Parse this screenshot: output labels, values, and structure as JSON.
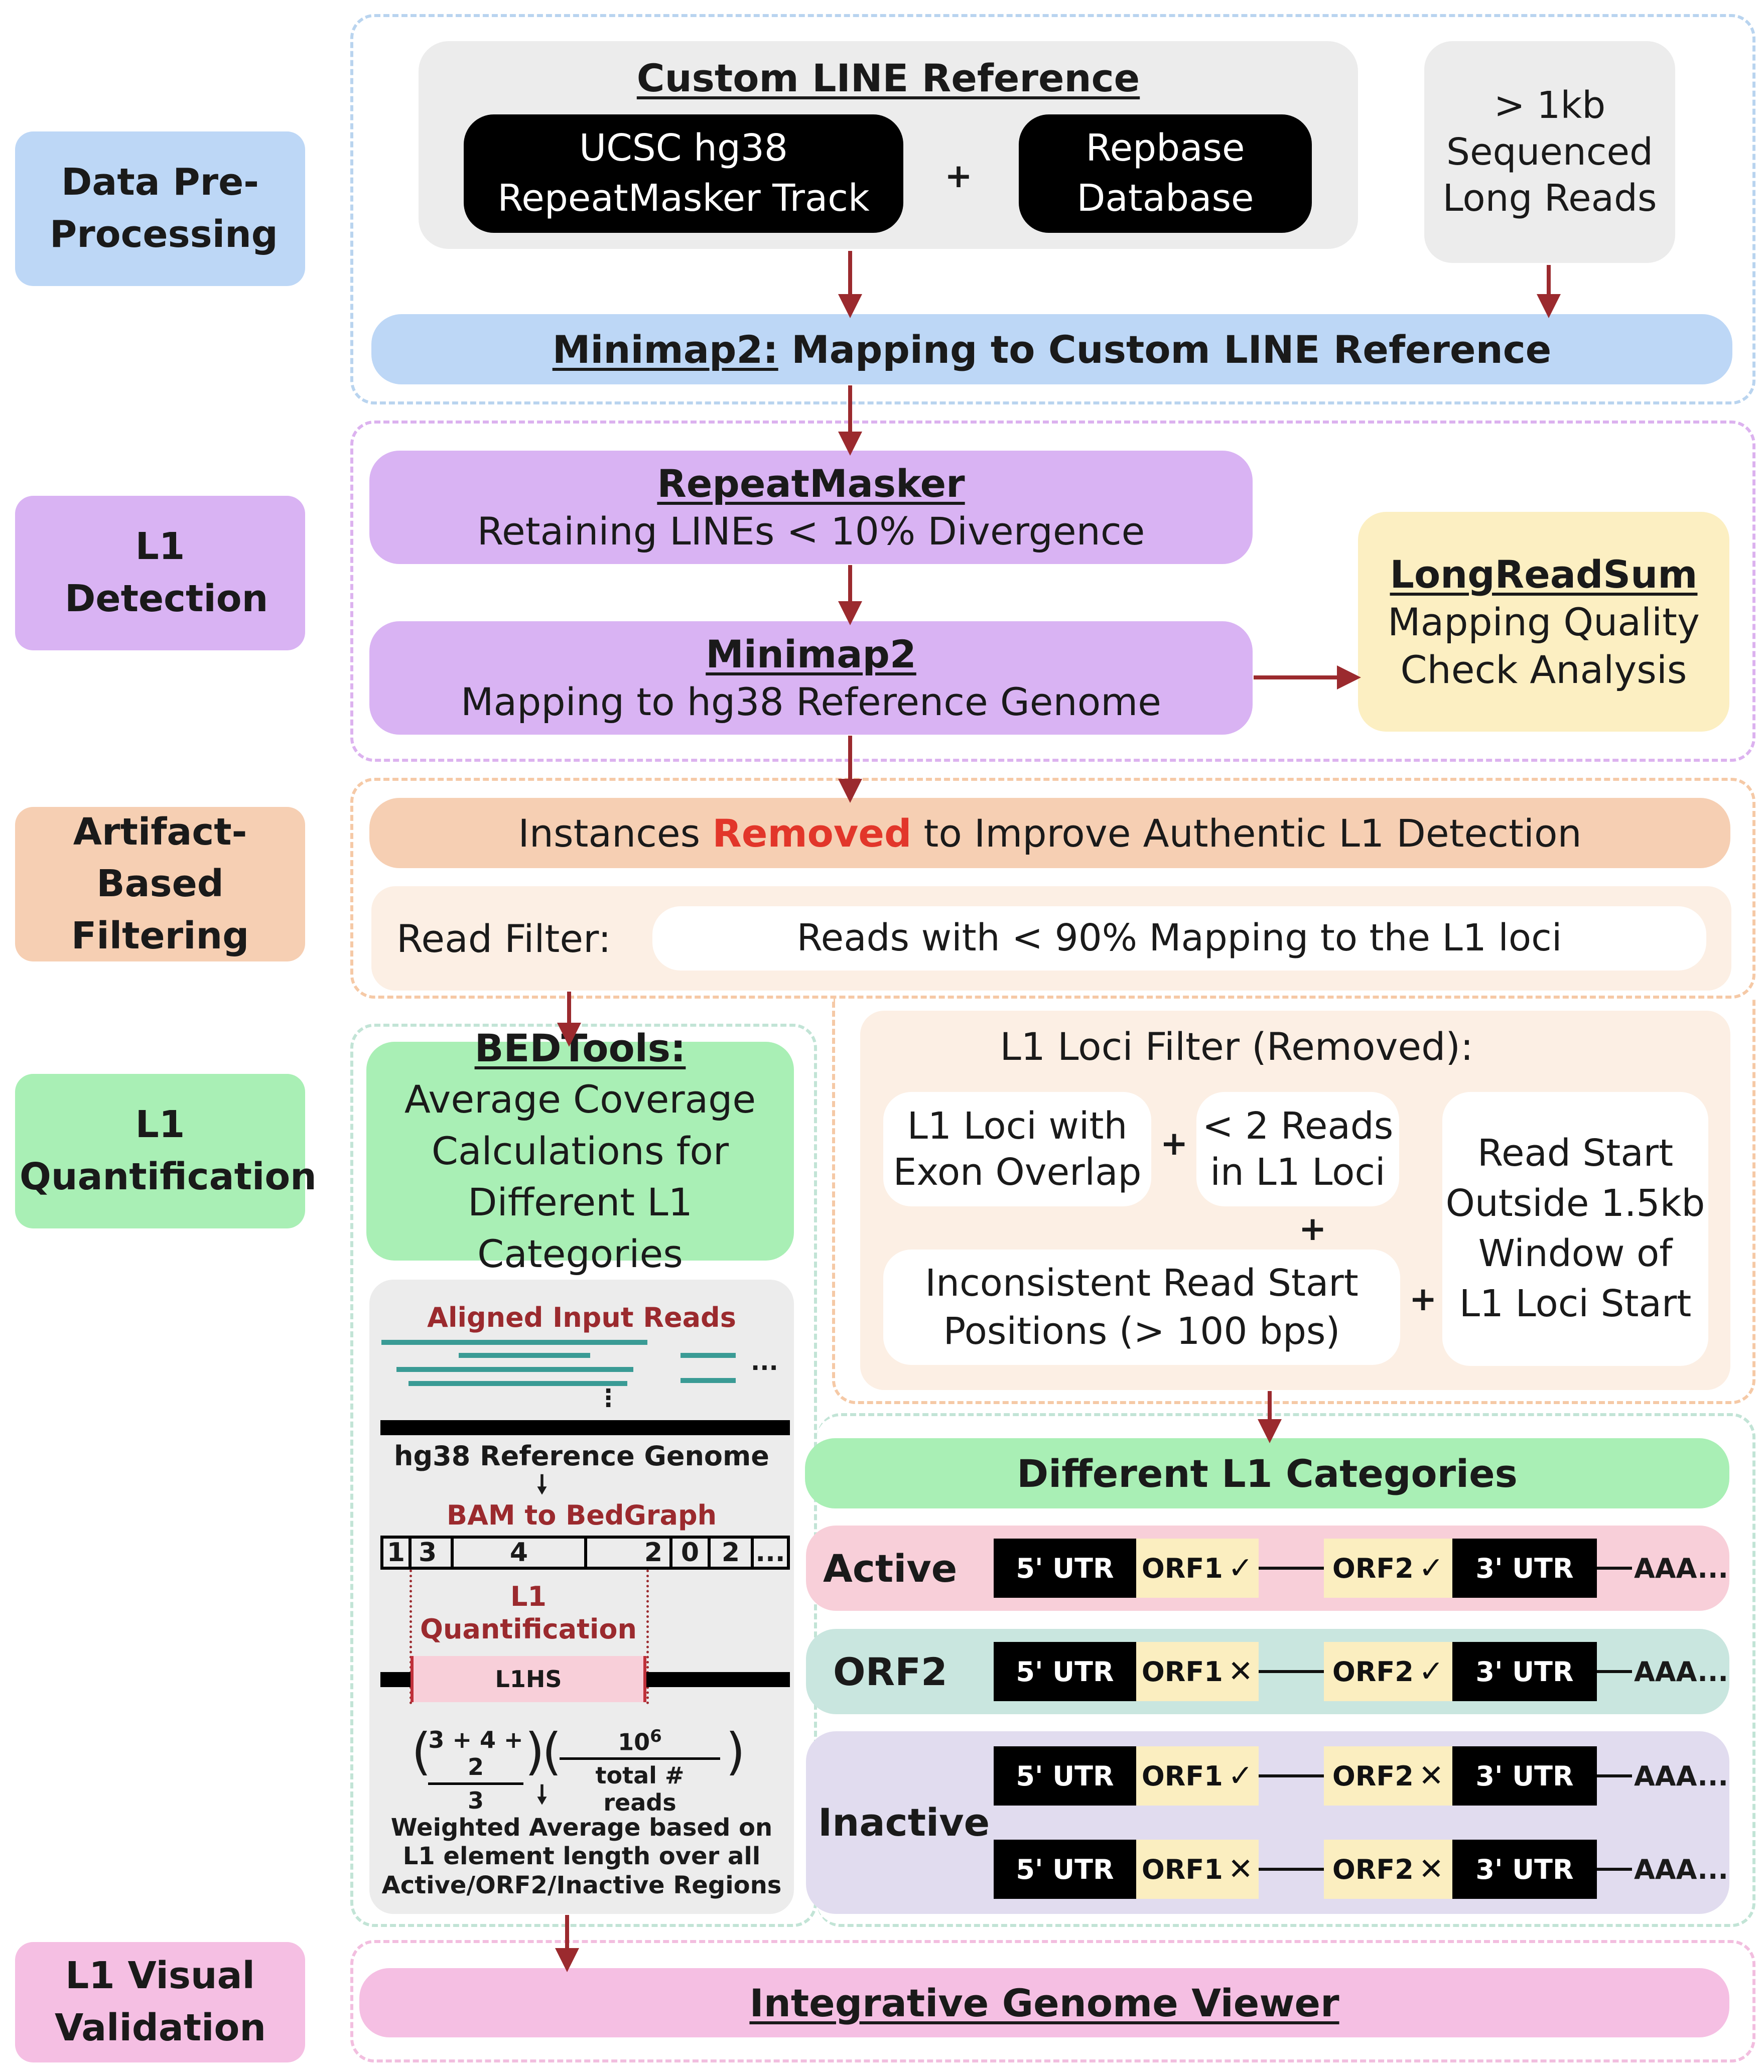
{
  "stages": {
    "preprocessing": "Data Pre-Processing",
    "detection": "L1 Detection",
    "filtering": "Artifact-Based Filtering",
    "quantification": "L1 Quantification",
    "validation": "L1 Visual Validation"
  },
  "preprocessing": {
    "custom_ref_title": "Custom LINE Reference",
    "ucsc_line1": "UCSC hg38",
    "ucsc_line2": "RepeatMasker Track",
    "plus": "+",
    "repbase_line1": "Repbase",
    "repbase_line2": "Database",
    "long_reads_line1": "> 1kb",
    "long_reads_line2": "Sequenced",
    "long_reads_line3": "Long Reads",
    "minimap_title": "Minimap2:",
    "minimap_rest": " Mapping to Custom LINE Reference"
  },
  "detection": {
    "repeatmasker_title": "RepeatMasker",
    "repeatmasker_desc": "Retaining LINEs < 10% Divergence",
    "minimap2_title": "Minimap2",
    "minimap2_desc": "Mapping to hg38 Reference Genome",
    "longreadsum_title": "LongReadSum",
    "longreadsum_line1": "Mapping Quality",
    "longreadsum_line2": "Check Analysis"
  },
  "filtering": {
    "instances_pre": "Instances ",
    "instances_removed": "Removed",
    "instances_post": " to Improve Authentic L1 Detection",
    "read_filter_label": "Read Filter:",
    "read_filter_value": "Reads with < 90% Mapping to the L1 loci",
    "loci_filter_title": "L1 Loci Filter (Removed):",
    "exon_line1": "L1 Loci with",
    "exon_line2": "Exon Overlap",
    "reads_line1": "< 2 Reads",
    "reads_line2": "in L1 Loci",
    "inconsistent_line1": "Inconsistent Read Start",
    "inconsistent_line2": "Positions (> 100 bps)",
    "window_line1": "Read Start",
    "window_line2": "Outside 1.5kb",
    "window_line3": "Window of",
    "window_line4": "L1 Loci Start",
    "plus": "+"
  },
  "quantification": {
    "bedtools_title": "BEDTools:",
    "bedtools_line1": "Average Coverage",
    "bedtools_line2": "Calculations for",
    "bedtools_line3": "Different L1 Categories",
    "aligned_reads": "Aligned Input Reads",
    "ellipsis": "...",
    "vdots": "⋮",
    "hg38_label": "hg38 Reference Genome",
    "bam_bedgraph": "BAM to BedGraph",
    "bedgraph_cells": [
      "1",
      "3",
      "4",
      "2",
      "0",
      "2",
      "..."
    ],
    "l1_quant_line1": "L1",
    "l1_quant_line2": "Quantification",
    "l1hs": "L1HS",
    "formula_num1": "3 + 4 + 2",
    "formula_den1": "3",
    "formula_num2": "10",
    "formula_exp": "6",
    "formula_den2": "total # reads",
    "weighted_line1": "Weighted Average based on",
    "weighted_line2": "L1 element length over all",
    "weighted_line3": "Active/ORF2/Inactive Regions"
  },
  "categories": {
    "title": "Different L1 Categories",
    "active": "Active",
    "orf2": "ORF2",
    "inactive": "Inactive",
    "utr5": "5' UTR",
    "utr3": "3' UTR",
    "orf1": "ORF1",
    "orf2_label": "ORF2",
    "aaa": "AAA...",
    "check": "✓",
    "cross": "✕"
  },
  "validation": {
    "igv": "Integrative Genome Viewer"
  },
  "colors": {
    "blue": "#bdd7f6",
    "purple": "#d9b3f3",
    "peach": "#f6cfb3",
    "green": "#a9efb5",
    "pink": "#f5bfe3",
    "yellow": "#fcefc2",
    "gray": "#ececec",
    "arrow": "#9b2a2e",
    "red_text": "#e2362a",
    "teal_read": "#3a9b95",
    "active_bg": "#f8cfd9",
    "orf2_bg": "#c9e6df",
    "inactive_bg": "#e1dcef"
  }
}
